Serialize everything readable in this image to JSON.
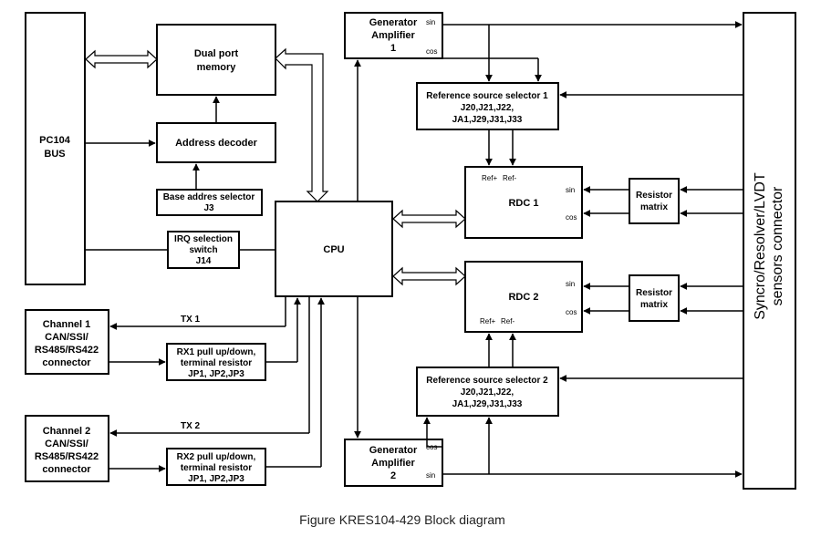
{
  "caption": "Figure KRES104-429 Block diagram",
  "blocks": {
    "pc104": [
      "PC104",
      "BUS"
    ],
    "dual_port": [
      "Dual port",
      "memory"
    ],
    "addr_dec": [
      "Address decoder"
    ],
    "base_sel": [
      "Base addres selector",
      "J3"
    ],
    "irq": [
      "IRQ selection",
      "switch",
      "J14"
    ],
    "cpu": [
      "CPU"
    ],
    "gen1": [
      "Generator",
      "Amplifier",
      "1"
    ],
    "gen2": [
      "Generator",
      "Amplifier",
      "2"
    ],
    "ref1": [
      "Reference source selector 1",
      "J20,J21,J22,",
      "JA1,J29,J31,J33"
    ],
    "ref2": [
      "Reference source selector 2",
      "J20,J21,J22,",
      "JA1,J29,J31,J33"
    ],
    "rdc1": [
      "RDC 1"
    ],
    "rdc2": [
      "RDC 2"
    ],
    "res1": [
      "Resistor",
      "matrix"
    ],
    "res2": [
      "Resistor",
      "matrix"
    ],
    "ch1": [
      "Channel 1",
      "CAN/SSI/",
      "RS485/RS422",
      "connector"
    ],
    "ch2": [
      "Channel 2",
      "CAN/SSI/",
      "RS485/RS422",
      "connector"
    ],
    "rx1": [
      "RX1 pull up/down,",
      "terminal resistor",
      "JP1, JP2,JP3"
    ],
    "rx2": [
      "RX2 pull up/down,",
      "terminal resistor",
      "JP1, JP2,JP3"
    ],
    "sensor": [
      "Syncro/Resolver/LVDT",
      "sensors connector"
    ]
  },
  "labels": {
    "tx1": "TX 1",
    "tx2": "TX 2",
    "sin": "sin",
    "cos": "cos",
    "ref_plus": "Ref+",
    "ref_minus": "Ref-"
  }
}
